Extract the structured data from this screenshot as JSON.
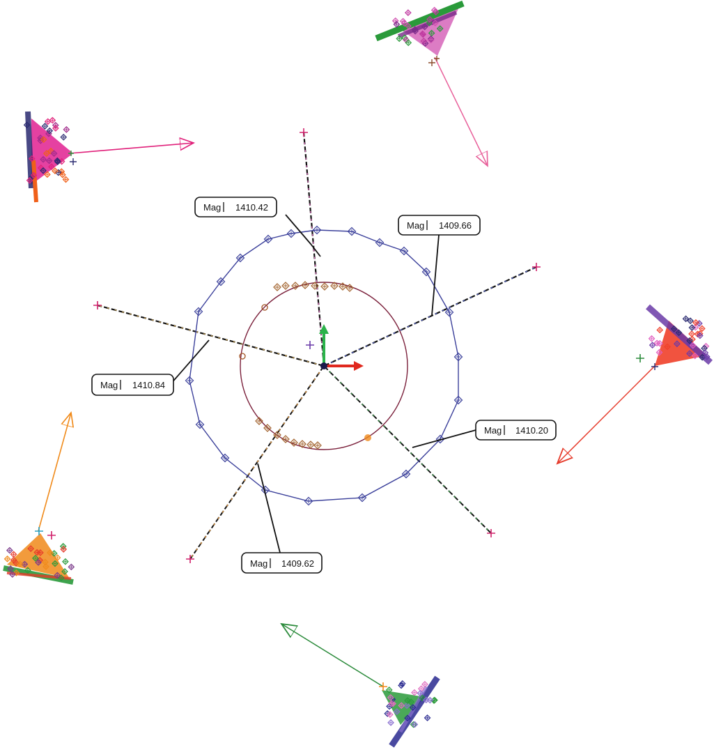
{
  "colors": {
    "blue_ring": "#3a3f9a",
    "inner_ring": "#7a1f3a",
    "axis_x": "#e0281e",
    "axis_y": "#2bb24a",
    "marker_plus": "#d0206a",
    "pink": "#e8609a",
    "magenta": "#e0207a",
    "orange": "#f08a1a",
    "red": "#e63a2a",
    "green": "#2a8a3a",
    "purple": "#6a3aa8",
    "navy": "#2a2a70"
  },
  "callouts": [
    {
      "label": "Mag",
      "value": "1410.42"
    },
    {
      "label": "Mag",
      "value": "1409.66"
    },
    {
      "label": "Mag",
      "value": "1410.84"
    },
    {
      "label": "Mag",
      "value": "1410.20"
    },
    {
      "label": "Mag",
      "value": "1409.62"
    }
  ],
  "icons": {
    "axis_triad": "axis-triad-icon",
    "arrow": "open-arrowhead-icon",
    "marker": "plus-marker-icon",
    "vertex": "diamond-vertex-icon"
  }
}
